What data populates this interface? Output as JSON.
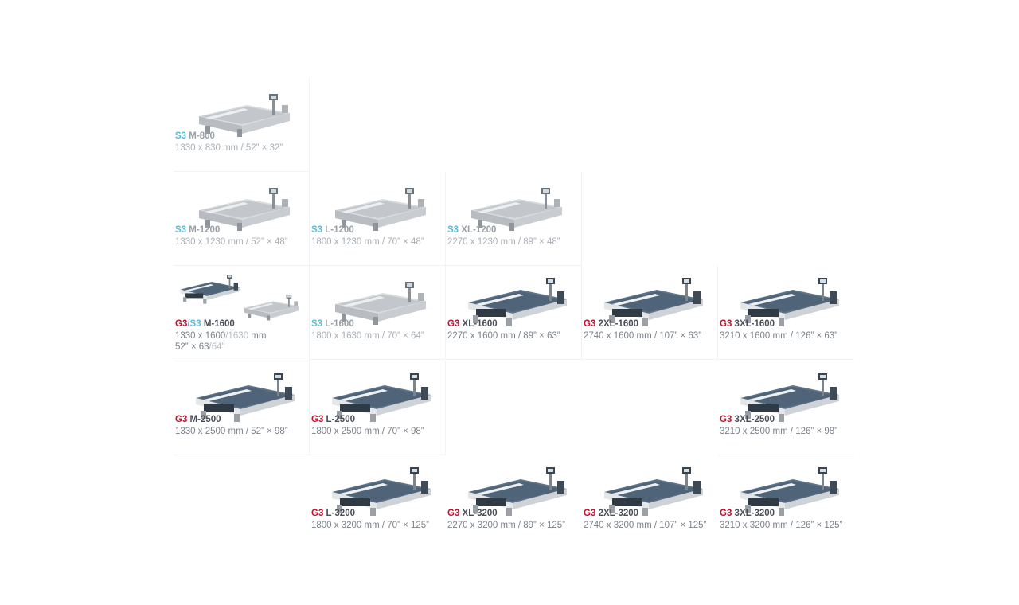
{
  "colors": {
    "g3": "#c8102e",
    "s3": "#5bbcd8",
    "model": "#4a4f57",
    "dims": "#7c828a"
  },
  "cells": {
    "s3_m800": {
      "series": "S3",
      "model": "M-800",
      "dims": "1330 x 830 mm / 52” × 32”"
    },
    "s3_m1200": {
      "series": "S3",
      "model": "M-1200",
      "dims": "1330 x 1230 mm / 52” × 48”"
    },
    "s3_l1200": {
      "series": "S3",
      "model": "L-1200",
      "dims": "1800 x 1230 mm / 70” × 48”"
    },
    "s3_xl1200": {
      "series": "S3",
      "model": "XL-1200",
      "dims": "2270 x 1230 mm / 89” × 48”"
    },
    "g3s3_m1600": {
      "series_a": "G3",
      "sep": "/",
      "series_b": "S3",
      "model": "M-1600",
      "dims_a": "1330 x 1600",
      "dims_sep": "/",
      "dims_b": "1630",
      "dims_unit": " mm",
      "dims2_a": "52” × 63",
      "dims2_sep": "/",
      "dims2_b": "64”"
    },
    "s3_l1600": {
      "series": "S3",
      "model": "L-1600",
      "dims": "1800 x 1630 mm / 70” × 64”"
    },
    "g3_xl1600": {
      "series": "G3",
      "model": "XL-1600",
      "dims": "2270 x 1600 mm / 89” × 63”"
    },
    "g3_2xl1600": {
      "series": "G3",
      "model": "2XL-1600",
      "dims": "2740 x 1600 mm / 107” × 63”"
    },
    "g3_3xl1600": {
      "series": "G3",
      "model": "3XL-1600",
      "dims": "3210 x 1600 mm / 126” × 63”"
    },
    "g3_m2500": {
      "series": "G3",
      "model": "M-2500",
      "dims": "1330 x 2500 mm / 52” × 98”"
    },
    "g3_l2500": {
      "series": "G3",
      "model": "L-2500",
      "dims": "1800 x 2500 mm / 70” × 98”"
    },
    "g3_3xl2500": {
      "series": "G3",
      "model": "3XL-2500",
      "dims": "3210 x 2500 mm / 126” × 98”"
    },
    "g3_l3200": {
      "series": "G3",
      "model": "L-3200",
      "dims": "1800 x 3200 mm / 70” × 125”"
    },
    "g3_xl3200": {
      "series": "G3",
      "model": "XL-3200",
      "dims": "2270 x 3200 mm / 89” × 125”"
    },
    "g3_2xl3200": {
      "series": "G3",
      "model": "2XL-3200",
      "dims": "2740 x 3200 mm / 107” × 125”"
    },
    "g3_3xl3200": {
      "series": "G3",
      "model": "3XL-3200",
      "dims": "3210 x 3200 mm / 126” × 125”"
    }
  }
}
